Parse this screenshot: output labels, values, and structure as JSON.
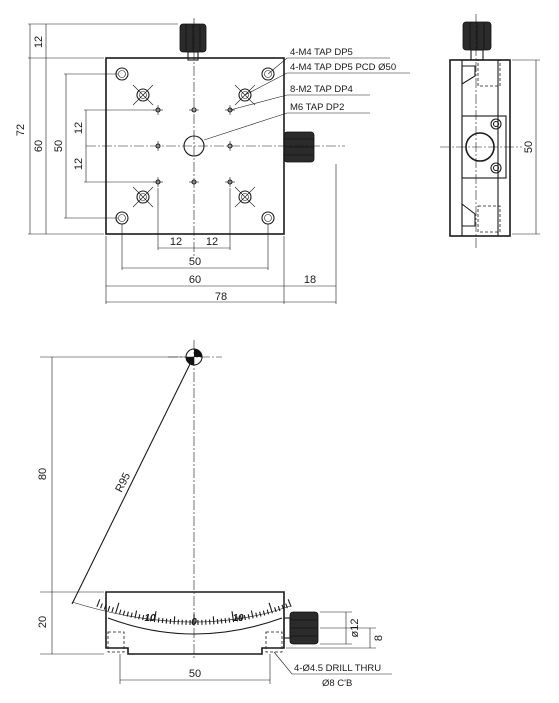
{
  "top_view": {
    "dims": {
      "shaft": "12",
      "height_overall": "72",
      "height_plate": "60",
      "height_inner": "50",
      "v_spacing_top": "12",
      "v_spacing_bottom": "12",
      "h_spacing_left": "12",
      "h_spacing_right": "12",
      "width_inner": "50",
      "width_plate": "60",
      "knob_length": "18",
      "width_overall": "78"
    },
    "notes": [
      "4-M4 TAP DP5",
      "4-M4 TAP DP5 PCD Ø50",
      "8-M2 TAP DP4",
      "M6 TAP DP2"
    ]
  },
  "side_view": {
    "dims": {
      "height": "50"
    }
  },
  "front_view": {
    "dims": {
      "radius": "R95",
      "height_to_center": "80",
      "base_height": "20",
      "knob_dia": "ø12",
      "knob_offset": "8",
      "hole_spacing": "50"
    },
    "scale_labels": [
      "10",
      "0",
      "10"
    ],
    "notes": [
      "4-Ø4.5 DRILL THRU",
      "Ø8 C'B"
    ]
  }
}
